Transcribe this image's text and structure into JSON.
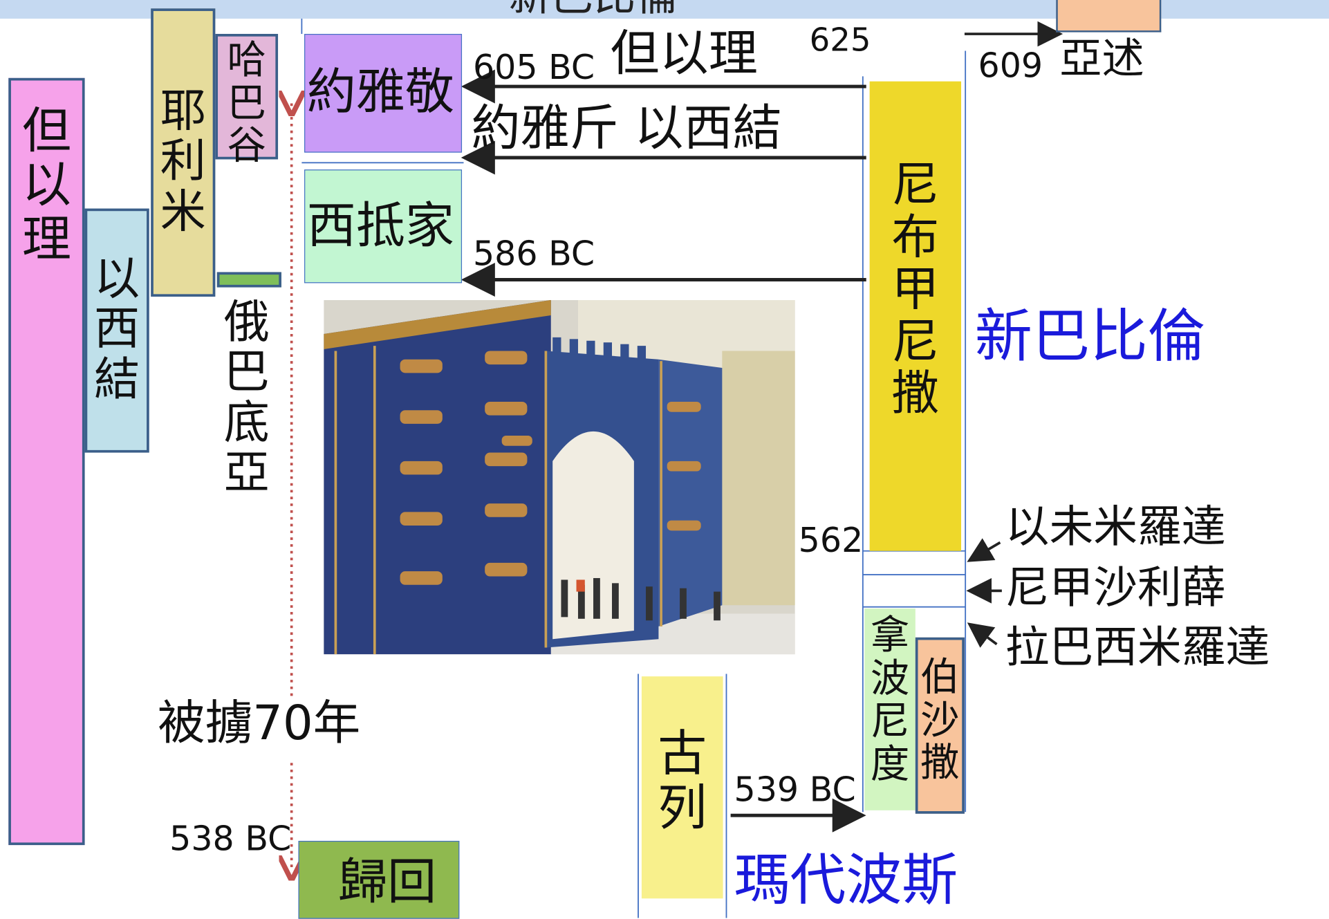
{
  "header": {
    "title": "新巴比倫"
  },
  "colors": {
    "header_band": "#c5d9f1",
    "daniel": "#f6a2ea",
    "ezekiel": "#bfe0ea",
    "jeremiah": "#e6dc9c",
    "habakkuk": "#e3b7d9",
    "obadiah": "#7fbf5a",
    "jehoiakim": "#c99bf7",
    "zedekiah": "#c2f6d2",
    "nebuchadnezzar": "#eed82a",
    "nabonidus": "#d2f5c1",
    "belshazzar": "#f8c49c",
    "cyrus": "#f8f08c",
    "return": "#8fb94f",
    "assyria": "#f8c49c",
    "accent_blue": "#1a1adb",
    "arrow_red": "#c0504d"
  },
  "prophets": {
    "daniel": "但以理",
    "ezekiel": "以西結",
    "jeremiah": "耶利米",
    "habakkuk": "哈巴谷",
    "obadiah": "俄巴底亞"
  },
  "kings": {
    "jehoiakim": "約雅敬",
    "jehoiachin_ezekiel": "約雅斤 以西結",
    "zedekiah": "西抵家",
    "nebuchadnezzar": "尼布甲尼撒",
    "nabonidus": "拿波尼度",
    "belshazzar": "伯沙撒",
    "cyrus": "古列",
    "evil_merodach": "以未米羅達",
    "neriglissar": "尼甲沙利薛",
    "labashi_marduk": "拉巴西米羅達"
  },
  "events": {
    "daniel_605": "605 BC",
    "daniel_label": "但以理",
    "fall_586": "586 BC",
    "year_625": "625",
    "year_609": "609",
    "assyria": "亞述",
    "year_562": "562",
    "persia_539": "539 BC",
    "captivity": "被擄70年",
    "return_538": "538 BC",
    "return_label": "歸回"
  },
  "empires": {
    "neo_babylon": "新巴比倫",
    "medo_persia": "瑪代波斯"
  },
  "photo": {
    "subject": "ishtar-gate-photo"
  }
}
